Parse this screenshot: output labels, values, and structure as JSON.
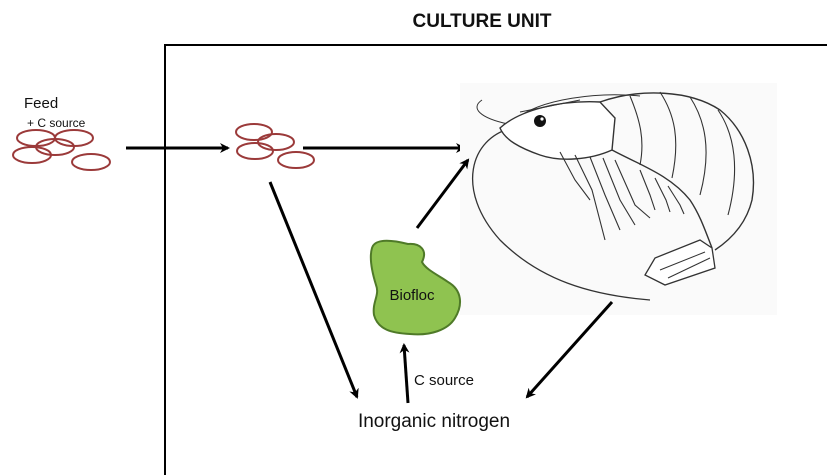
{
  "diagram": {
    "title": "CULTURE UNIT",
    "labels": {
      "feed": "Feed",
      "feed_c_source": "+ C source",
      "biofloc": "Biofloc",
      "c_source": "C source",
      "inorganic_nitrogen": "Inorganic nitrogen"
    },
    "colors": {
      "pellet_stroke": "#9b3a3a",
      "biofloc_fill": "#8fc350",
      "biofloc_stroke": "#4f7a28",
      "arrow": "#000000",
      "frame": "#000000"
    },
    "icons": {
      "feed_pellets": "feed-pellets-icon",
      "shrimp": "shrimp-illustration",
      "biofloc": "biofloc-blob"
    }
  }
}
